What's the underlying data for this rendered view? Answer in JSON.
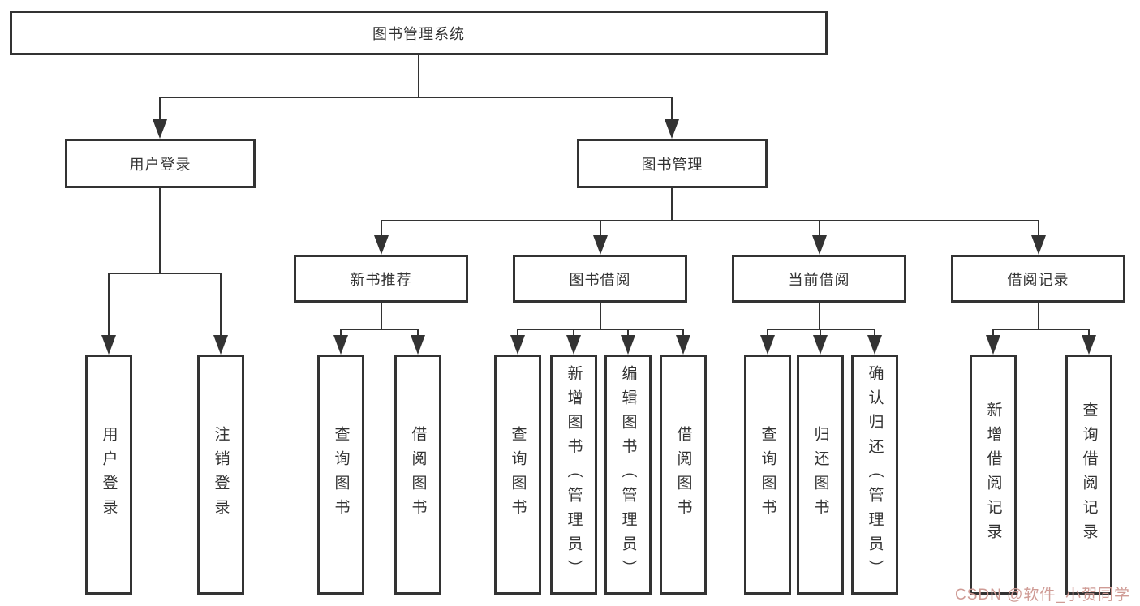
{
  "diagram": {
    "title": "图书管理系统",
    "nodes": {
      "root": "图书管理系统",
      "user_login": "用户登录",
      "book_mgmt": "图书管理",
      "new_book_rec": "新书推荐",
      "book_borrow": "图书借阅",
      "current_borrow": "当前借阅",
      "borrow_records": "借阅记录",
      "leaf_user_login": "用户登录",
      "leaf_logout": "注销登录",
      "leaf_nbr_query_books": "查询图书",
      "leaf_nbr_borrow_books": "借阅图书",
      "leaf_bb_query_books": "查询图书",
      "leaf_bb_add_books_admin": "新增图书（管理员）",
      "leaf_bb_edit_books_admin": "编辑图书（管理员）",
      "leaf_bb_borrow_books": "借阅图书",
      "leaf_cb_query_books": "查询图书",
      "leaf_cb_return_books": "归还图书",
      "leaf_cb_confirm_return_admin": "确认归还（管理员）",
      "leaf_br_add_record": "新增借阅记录",
      "leaf_br_query_record": "查询借阅记录"
    },
    "colors": {
      "line": "#333333",
      "box_border": "#333333",
      "text": "#333333",
      "background": "#ffffff"
    }
  },
  "watermark": {
    "text": "CSDN @软件_小贺同学",
    "color": "#cf9b95"
  }
}
